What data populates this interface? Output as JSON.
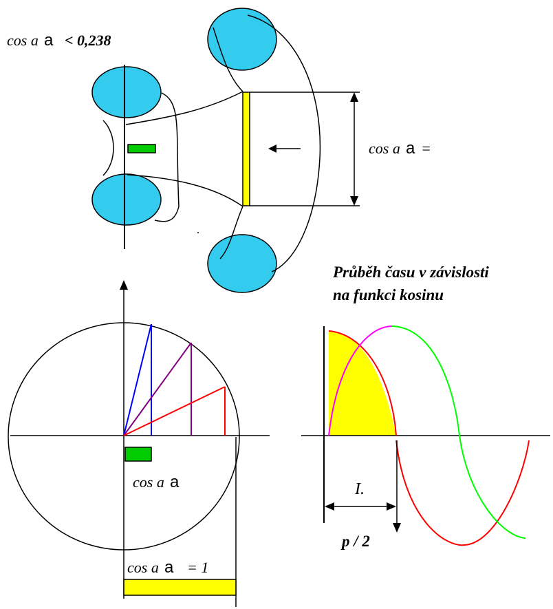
{
  "top_diagram": {
    "label_left": {
      "text": "cos a",
      "symbol": "a",
      "suffix": "< 0,238"
    },
    "label_right": {
      "text": "cos a",
      "symbol": "a",
      "suffix": "="
    },
    "colors": {
      "circle": "#33ccee",
      "bar": "#ffff00",
      "small_rect": "#00cc00"
    }
  },
  "title": {
    "line1": "Průběh času v závislosti",
    "line2": "na funkci kosinu"
  },
  "unit_circle": {
    "label_cos": {
      "text": "cos a",
      "symbol": "a"
    },
    "label_cos_one": {
      "text": "cos a",
      "symbol": "a",
      "suffix": "= 1"
    },
    "colors": {
      "blue": "#0000ff",
      "purple": "#800080",
      "red": "#ff0000",
      "green": "#00cc00",
      "yellow": "#ffff00"
    }
  },
  "cos_graph": {
    "label_interval": "I.",
    "label_half_pi": "p / 2",
    "colors": {
      "red": "#ff0000",
      "magenta": "#ff00ff",
      "green": "#00ff00",
      "fill": "#ffff00"
    }
  }
}
